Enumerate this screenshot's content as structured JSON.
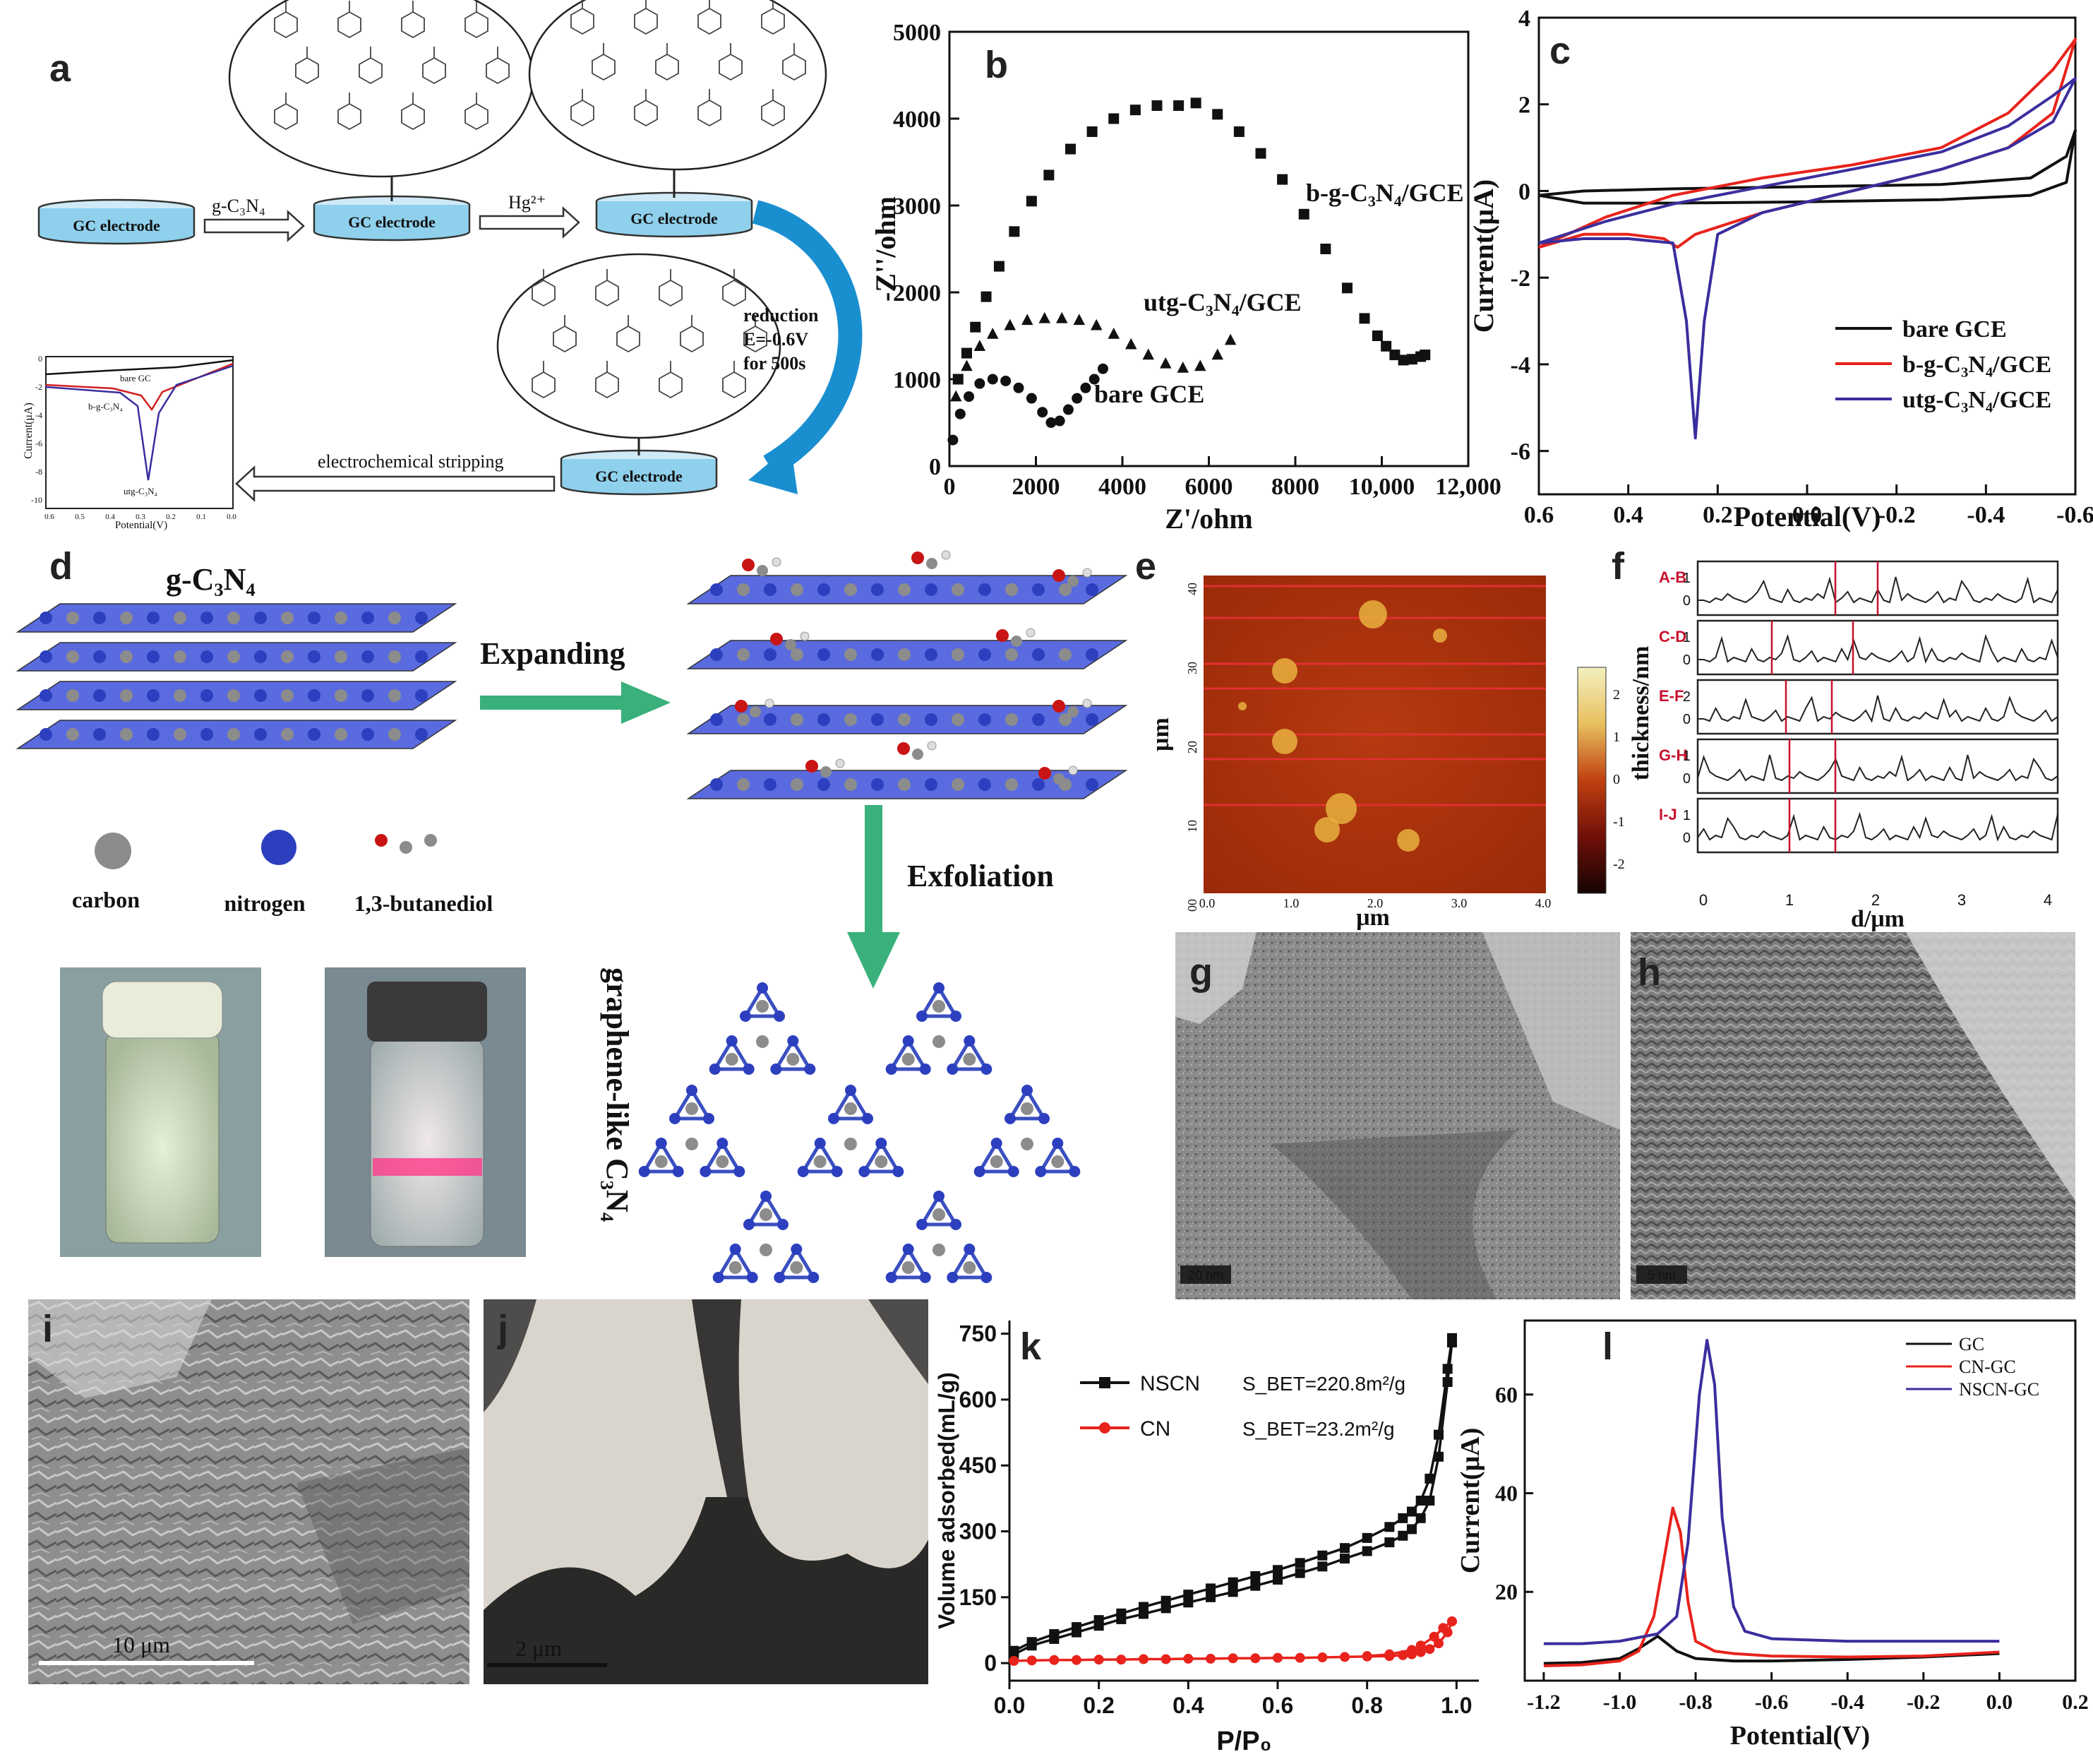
{
  "panel_labels": [
    "a",
    "b",
    "c",
    "d",
    "e",
    "f",
    "g",
    "h",
    "i",
    "j",
    "k",
    "l"
  ],
  "panel_a": {
    "electrode_labels": [
      "GC electrode",
      "GC electrode",
      "GC electrode",
      "GC electrode"
    ],
    "step1": "g-C₃N₄",
    "step2": "Hg²⁺",
    "reduction_text": [
      "reduction",
      "E=-0.6V",
      "for 500s"
    ],
    "stripping": "electrochemical stripping",
    "inset": {
      "ylabel": "Current(μA)",
      "xlabel": "Potential(V)",
      "curve_labels": [
        "bare GC",
        "b-g-C₃N₄",
        "utg-C₃N₄"
      ],
      "yticks": [
        "0",
        "-2",
        "-4",
        "-6",
        "-8",
        "-10"
      ],
      "xticks": [
        "0.6",
        "0.5",
        "0.4",
        "0.3",
        "0.2",
        "0.1",
        "0.0"
      ]
    }
  },
  "panel_d": {
    "title": "g-C₃N₄",
    "expanding": "Expanding",
    "exfoliation": "Exfoliation",
    "legend": [
      "carbon",
      "nitrogen",
      "1,3-butanediol"
    ],
    "product": "graphene-like C₃N₄",
    "colors": {
      "carbon": "#8c8c8c",
      "nitrogen": "#2c3fbf",
      "oxygen": "#c81414",
      "arrow": "#3ab07a"
    }
  },
  "panel_e": {
    "xlabel": "μm",
    "ylabel": "μm",
    "xticks": [
      "0.0",
      "1.0",
      "2.0",
      "3.0",
      "4.0"
    ],
    "yticks": [
      "40",
      "30",
      "20",
      "10",
      "00"
    ],
    "colorbar_ticks": [
      "2",
      "1",
      "0",
      "-1",
      "-2"
    ]
  },
  "panel_f": {
    "ylabel": "thickness/nm",
    "xlabel": "d/μm",
    "rows": [
      {
        "label": "A-B",
        "ticks": [
          "1",
          "0"
        ]
      },
      {
        "label": "C-D",
        "ticks": [
          "1",
          "0"
        ]
      },
      {
        "label": "E-F",
        "ticks": [
          "2",
          "0"
        ]
      },
      {
        "label": "G-H",
        "ticks": [
          "1",
          "0"
        ]
      },
      {
        "label": "I-J",
        "ticks": [
          "1",
          "0"
        ]
      }
    ],
    "xticks": [
      "0",
      "1",
      "2",
      "3",
      "4"
    ]
  },
  "panel_g": {
    "scale": "20 nm"
  },
  "panel_h": {
    "scale": "5 nm"
  },
  "panel_i": {
    "scale": "10 μm"
  },
  "panel_j": {
    "scale": "2 μm"
  },
  "chart_data": [
    {
      "id": "b",
      "type": "scatter",
      "xlabel": "Z'/ohm",
      "ylabel": "-Z''/ohm",
      "xlim": [
        0,
        12000
      ],
      "ylim": [
        0,
        5000
      ],
      "xticks": [
        "0",
        "2000",
        "4000",
        "6000",
        "8000",
        "10,000",
        "12,000"
      ],
      "yticks": [
        "0",
        "1000",
        "2000",
        "3000",
        "4000",
        "5000"
      ],
      "series": [
        {
          "name": "bare GCE",
          "marker": "circle",
          "x": [
            80,
            250,
            450,
            700,
            1000,
            1300,
            1600,
            1900,
            2150,
            2350,
            2550,
            2750,
            2950,
            3150,
            3350,
            3550
          ],
          "y": [
            300,
            600,
            800,
            950,
            1000,
            980,
            900,
            780,
            620,
            500,
            520,
            650,
            780,
            900,
            1000,
            1120
          ]
        },
        {
          "name": "utg-C₃N₄/GCE",
          "marker": "triangle",
          "x": [
            150,
            400,
            700,
            1000,
            1400,
            1800,
            2200,
            2600,
            3000,
            3400,
            3800,
            4200,
            4600,
            5000,
            5400,
            5800,
            6200,
            6500
          ],
          "y": [
            800,
            1150,
            1380,
            1520,
            1620,
            1680,
            1700,
            1700,
            1680,
            1620,
            1520,
            1400,
            1280,
            1180,
            1130,
            1150,
            1280,
            1450
          ]
        },
        {
          "name": "b-g-C₃N₄/GCE",
          "marker": "square",
          "x": [
            200,
            400,
            600,
            850,
            1150,
            1500,
            1900,
            2300,
            2800,
            3300,
            3800,
            4300,
            4800,
            5300,
            5700,
            6200,
            6700,
            7200,
            7700,
            8200,
            8700,
            9200,
            9600,
            9900,
            10100,
            10300,
            10500,
            10700,
            10900,
            11000
          ],
          "y": [
            1000,
            1300,
            1600,
            1950,
            2300,
            2700,
            3050,
            3350,
            3650,
            3850,
            4000,
            4100,
            4150,
            4150,
            4180,
            4050,
            3850,
            3600,
            3300,
            2900,
            2500,
            2050,
            1700,
            1500,
            1380,
            1280,
            1220,
            1230,
            1260,
            1280
          ]
        }
      ]
    },
    {
      "id": "c",
      "type": "line",
      "xlabel": "Potential(V)",
      "ylabel": "Current(μA)",
      "xlim": [
        0.6,
        -0.6
      ],
      "ylim": [
        -7,
        4
      ],
      "xticks": [
        "0.6",
        "0.4",
        "0.2",
        "0.0",
        "-0.2",
        "-0.4",
        "-0.6"
      ],
      "yticks": [
        "4",
        "2",
        "0",
        "-2",
        "-4",
        "-6"
      ],
      "series": [
        {
          "name": "bare GCE",
          "color": "#111111",
          "x": [
            0.6,
            0.5,
            0.3,
            0.0,
            -0.3,
            -0.5,
            -0.58,
            -0.6,
            -0.58,
            -0.5,
            -0.3,
            0.0,
            0.3,
            0.5,
            0.6
          ],
          "y": [
            -0.1,
            0.0,
            0.05,
            0.1,
            0.15,
            0.3,
            0.8,
            1.4,
            0.2,
            -0.1,
            -0.2,
            -0.25,
            -0.28,
            -0.28,
            -0.1
          ]
        },
        {
          "name": "b-g-C₃N₄/GCE",
          "color": "#e8231c",
          "x": [
            0.6,
            0.45,
            0.3,
            0.1,
            -0.1,
            -0.3,
            -0.45,
            -0.55,
            -0.6,
            -0.55,
            -0.45,
            -0.3,
            -0.1,
            0.1,
            0.25,
            0.29,
            0.32,
            0.4,
            0.5,
            0.6
          ],
          "y": [
            -1.3,
            -0.6,
            -0.1,
            0.3,
            0.6,
            1.0,
            1.8,
            2.8,
            3.5,
            1.8,
            1.0,
            0.5,
            0.0,
            -0.5,
            -1.0,
            -1.3,
            -1.1,
            -1.0,
            -1.0,
            -1.3
          ]
        },
        {
          "name": "utg-C₃N₄/GCE",
          "color": "#3a2e9e",
          "x": [
            0.6,
            0.45,
            0.3,
            0.1,
            -0.1,
            -0.3,
            -0.45,
            -0.55,
            -0.6,
            -0.55,
            -0.45,
            -0.3,
            -0.1,
            0.1,
            0.2,
            0.23,
            0.25,
            0.27,
            0.3,
            0.4,
            0.5,
            0.6
          ],
          "y": [
            -1.2,
            -0.7,
            -0.3,
            0.1,
            0.5,
            0.9,
            1.5,
            2.2,
            2.6,
            1.6,
            1.0,
            0.5,
            0.0,
            -0.5,
            -1.0,
            -3.0,
            -5.7,
            -3.0,
            -1.2,
            -1.1,
            -1.1,
            -1.2
          ]
        }
      ]
    },
    {
      "id": "k",
      "type": "line",
      "xlabel": "P/P₀",
      "ylabel": "Volume adsorbed(mL/g)",
      "xlim": [
        0,
        1.05
      ],
      "ylim": [
        -40,
        780
      ],
      "xticks": [
        "0.0",
        "0.2",
        "0.4",
        "0.6",
        "0.8",
        "1.0"
      ],
      "yticks": [
        "0",
        "150",
        "300",
        "450",
        "600",
        "750"
      ],
      "series": [
        {
          "name": "NSCN",
          "color": "#111111",
          "marker": "square",
          "annotation": "S_BET=220.8m²/g",
          "adsorption": {
            "x": [
              0.01,
              0.05,
              0.1,
              0.15,
              0.2,
              0.25,
              0.3,
              0.35,
              0.4,
              0.45,
              0.5,
              0.55,
              0.6,
              0.65,
              0.7,
              0.75,
              0.8,
              0.85,
              0.88,
              0.9,
              0.92,
              0.94,
              0.96,
              0.98,
              0.99
            ],
            "y": [
              20,
              40,
              55,
              70,
              85,
              100,
              112,
              125,
              138,
              150,
              162,
              176,
              190,
              205,
              220,
              238,
              255,
              275,
              290,
              305,
              330,
              370,
              470,
              640,
              730
            ]
          },
          "desorption": {
            "x": [
              0.99,
              0.98,
              0.96,
              0.94,
              0.92,
              0.9,
              0.88,
              0.85,
              0.8,
              0.75,
              0.7,
              0.65,
              0.6,
              0.55,
              0.5,
              0.45,
              0.4,
              0.35,
              0.3,
              0.25,
              0.2,
              0.15,
              0.1,
              0.05,
              0.01
            ],
            "y": [
              740,
              670,
              520,
              420,
              370,
              345,
              330,
              310,
              285,
              262,
              245,
              228,
              212,
              198,
              184,
              170,
              156,
              142,
              128,
              113,
              98,
              82,
              66,
              48,
              28
            ]
          }
        },
        {
          "name": "CN",
          "color": "#e8231c",
          "marker": "circle",
          "annotation": "S_BET=23.2m²/g",
          "adsorption": {
            "x": [
              0.01,
              0.05,
              0.1,
              0.15,
              0.2,
              0.25,
              0.3,
              0.35,
              0.4,
              0.45,
              0.5,
              0.55,
              0.6,
              0.65,
              0.7,
              0.75,
              0.8,
              0.85,
              0.88,
              0.9,
              0.92,
              0.94,
              0.96,
              0.98,
              0.99
            ],
            "y": [
              5,
              6,
              7,
              7,
              8,
              8,
              9,
              9,
              10,
              10,
              11,
              11,
              12,
              12,
              13,
              14,
              15,
              16,
              18,
              20,
              25,
              32,
              45,
              70,
              95
            ]
          },
          "desorption": {
            "x": [
              0.99,
              0.97,
              0.95,
              0.92,
              0.9,
              0.85,
              0.8
            ],
            "y": [
              95,
              80,
              60,
              40,
              30,
              20,
              16
            ]
          }
        }
      ]
    },
    {
      "id": "l",
      "type": "line",
      "xlabel": "Potential(V)",
      "ylabel": "Current(μA)",
      "xlim": [
        -1.25,
        0.2
      ],
      "ylim": [
        2,
        75
      ],
      "xticks": [
        "-1.2",
        "-1.0",
        "-0.8",
        "-0.6",
        "-0.4",
        "-0.2",
        "0.0",
        "0.2"
      ],
      "yticks": [
        "20",
        "40",
        "60"
      ],
      "series": [
        {
          "name": "GC",
          "color": "#111111",
          "x": [
            -1.2,
            -1.1,
            -1.0,
            -0.95,
            -0.9,
            -0.85,
            -0.8,
            -0.7,
            -0.6,
            -0.4,
            -0.2,
            0.0
          ],
          "y": [
            5.5,
            5.7,
            6.5,
            8.5,
            11,
            8,
            6.5,
            6,
            6,
            6.3,
            6.8,
            7.5
          ]
        },
        {
          "name": "CN-GC",
          "color": "#e8231c",
          "x": [
            -1.2,
            -1.1,
            -1.0,
            -0.95,
            -0.91,
            -0.88,
            -0.86,
            -0.84,
            -0.82,
            -0.8,
            -0.75,
            -0.7,
            -0.6,
            -0.4,
            -0.2,
            0.0
          ],
          "y": [
            5,
            5.2,
            6,
            8,
            15,
            28,
            37,
            32,
            18,
            10,
            8,
            7.5,
            7,
            6.8,
            7,
            7.8
          ]
        },
        {
          "name": "NSCN-GC",
          "color": "#3a2e9e",
          "x": [
            -1.2,
            -1.1,
            -1.0,
            -0.9,
            -0.85,
            -0.82,
            -0.79,
            -0.77,
            -0.75,
            -0.73,
            -0.7,
            -0.67,
            -0.6,
            -0.4,
            -0.2,
            0.0
          ],
          "y": [
            9.5,
            9.5,
            10,
            11.5,
            15,
            30,
            60,
            71,
            62,
            35,
            17,
            12,
            10.5,
            10,
            10,
            10
          ]
        }
      ]
    }
  ]
}
